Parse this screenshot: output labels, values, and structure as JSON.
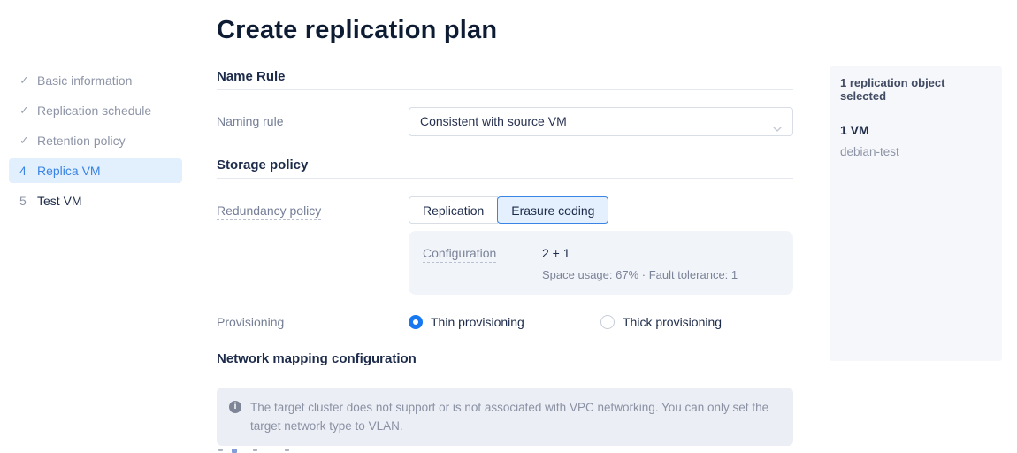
{
  "page": {
    "title": "Create replication plan"
  },
  "wizard_steps": [
    {
      "marker": "✓",
      "label": "Basic information",
      "state": "completed"
    },
    {
      "marker": "✓",
      "label": "Replication schedule",
      "state": "completed"
    },
    {
      "marker": "✓",
      "label": "Retention policy",
      "state": "completed"
    },
    {
      "marker": "4",
      "label": "Replica VM",
      "state": "active"
    },
    {
      "marker": "5",
      "label": "Test VM",
      "state": "upcoming"
    }
  ],
  "name_rule_section": {
    "title": "Name Rule",
    "naming_rule": {
      "label": "Naming rule",
      "selected_value": "Consistent with source VM"
    }
  },
  "storage_policy_section": {
    "title": "Storage policy",
    "redundancy_policy": {
      "label": "Redundancy policy",
      "options": [
        "Replication",
        "Erasure coding"
      ],
      "selected": "Erasure coding",
      "configuration": {
        "label": "Configuration",
        "value": "2 + 1",
        "details": "Space usage: 67% · Fault tolerance: 1"
      }
    },
    "provisioning": {
      "label": "Provisioning",
      "options": [
        "Thin provisioning",
        "Thick provisioning"
      ],
      "selected": "Thin provisioning"
    }
  },
  "network_section": {
    "title": "Network mapping configuration",
    "notice": "The target cluster does not support or is not associated with VPC networking. You can only set the target network type to VLAN.",
    "info_icon": "info-circle-icon"
  },
  "summary_panel": {
    "header": "1 replication object selected",
    "group_label": "1 VM",
    "objects": [
      "debian-test"
    ]
  },
  "colors": {
    "accent_blue": "#3a84e5",
    "radio_blue": "#1778f2",
    "active_step_bg": "#e2f0fd",
    "selected_segment_bg": "#e4f0fd",
    "title_text": "#0e1c33",
    "heading_text": "#1d2b4a",
    "muted_text": "#8d94a6",
    "panel_bg": "#f6f7fa",
    "config_box_bg": "#f1f4f9",
    "banner_bg": "#eceef5",
    "divider": "#e5e8ee"
  }
}
